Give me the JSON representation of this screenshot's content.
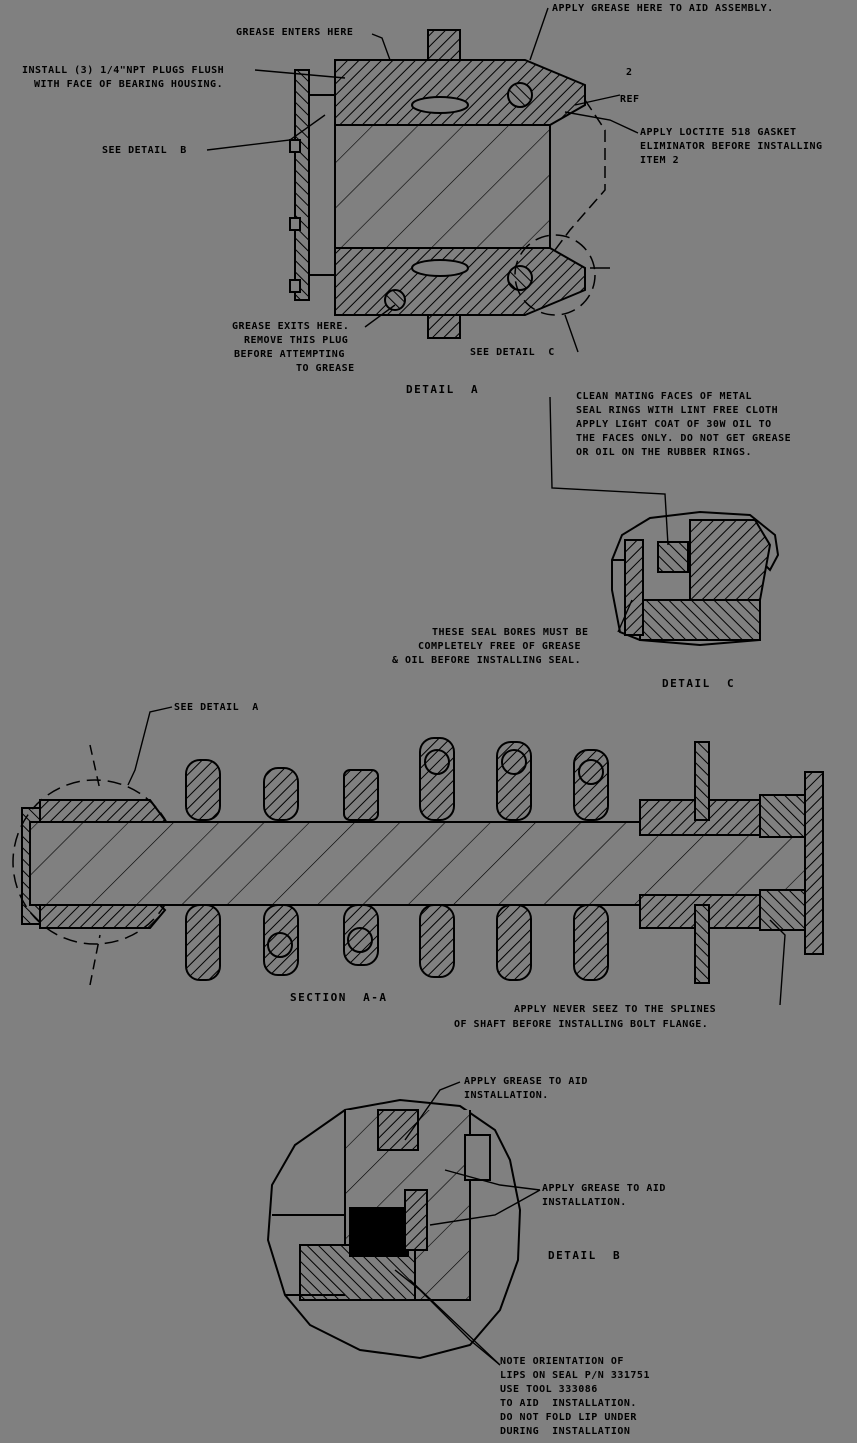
{
  "detail_a": {
    "grease_enters": "GREASE ENTERS HERE",
    "apply_grease_assembly": "APPLY GREASE HERE TO AID ASSEMBLY.",
    "install_plugs": [
      "INSTALL (3) 1/4\"NPT PLUGS FLUSH",
      "WITH FACE OF BEARING HOUSING."
    ],
    "item_2": "2",
    "item_ref": "REF",
    "see_detail_b": "SEE DETAIL  B",
    "loctite_note": [
      "APPLY LOCTITE 518 GASKET",
      "ELIMINATOR BEFORE INSTALLING",
      "ITEM 2"
    ],
    "grease_exits": [
      "GREASE EXITS HERE.",
      "REMOVE THIS PLUG",
      "BEFORE ATTEMPTING",
      "TO GREASE"
    ],
    "see_detail_c": "SEE DETAIL  C",
    "title": "DETAIL  A"
  },
  "detail_c": {
    "clean_note": [
      "CLEAN MATING FACES OF METAL",
      "SEAL RINGS WITH LINT FREE CLOTH",
      "APPLY LIGHT COAT OF 30W OIL TO",
      "THE FACES ONLY. DO NOT GET GREASE",
      "OR OIL ON THE RUBBER RINGS."
    ],
    "bores_note": [
      "THESE SEAL BORES MUST BE",
      "COMPLETELY FREE OF GREASE",
      "& OIL BEFORE INSTALLING SEAL."
    ],
    "title": "DETAIL  C"
  },
  "section_aa": {
    "see_detail_a": "SEE DETAIL  A",
    "title": "SECTION  A-A",
    "never_seez": [
      "APPLY NEVER SEEZ TO THE SPLINES",
      "OF SHAFT BEFORE INSTALLING BOLT FLANGE."
    ]
  },
  "detail_b": {
    "apply_grease_1": [
      "APPLY GREASE TO AID",
      "INSTALLATION."
    ],
    "apply_grease_2": [
      "APPLY GREASE TO AID",
      "INSTALLATION."
    ],
    "title": "DETAIL  B",
    "lip_note": [
      "NOTE ORIENTATION OF",
      "LIPS ON SEAL P/N 331751",
      "USE TOOL 333086",
      "TO AID  INSTALLATION.",
      "DO NOT FOLD LIP UNDER",
      "DURING  INSTALLATION"
    ]
  }
}
